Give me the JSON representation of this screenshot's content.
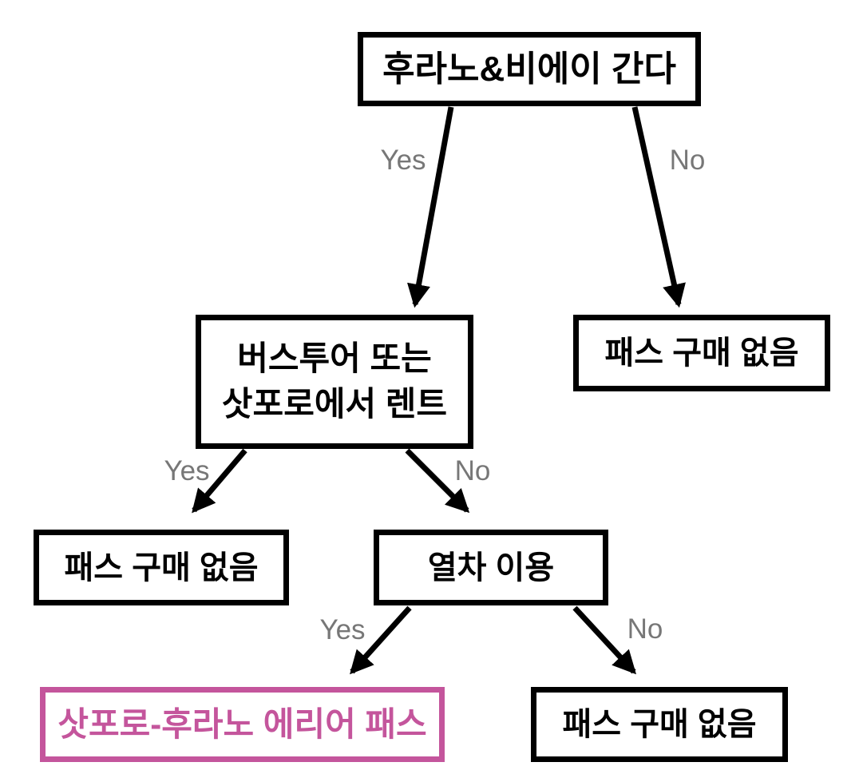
{
  "diagram": {
    "type": "decision-tree-flowchart",
    "language": "Korean",
    "background_color": "#FFFFFF",
    "colors": {
      "node_border": "#000000",
      "node_text": "#000000",
      "highlight": "#C4559C",
      "edge_label": "#777777",
      "arrow": "#000000"
    },
    "nodes": {
      "root": {
        "label": "후라노&비에이 간다",
        "highlighted": false
      },
      "bus_tour_or_rent": {
        "label": "버스투어 또는\n삿포로에서 렌트",
        "highlighted": false
      },
      "no_pass_top_right": {
        "label": "패스 구매 없음",
        "highlighted": false
      },
      "no_pass_mid_left": {
        "label": "패스 구매 없음",
        "highlighted": false
      },
      "train": {
        "label": "열차 이용",
        "highlighted": false
      },
      "area_pass": {
        "label": "삿포로-후라노 에리어 패스",
        "highlighted": true
      },
      "no_pass_bottom_right": {
        "label": "패스 구매 없음",
        "highlighted": false
      }
    },
    "edges": [
      {
        "from": "root",
        "to": "bus_tour_or_rent",
        "label": "Yes"
      },
      {
        "from": "root",
        "to": "no_pass_top_right",
        "label": "No"
      },
      {
        "from": "bus_tour_or_rent",
        "to": "no_pass_mid_left",
        "label": "Yes"
      },
      {
        "from": "bus_tour_or_rent",
        "to": "train",
        "label": "No"
      },
      {
        "from": "train",
        "to": "area_pass",
        "label": "Yes"
      },
      {
        "from": "train",
        "to": "no_pass_bottom_right",
        "label": "No"
      }
    ]
  }
}
